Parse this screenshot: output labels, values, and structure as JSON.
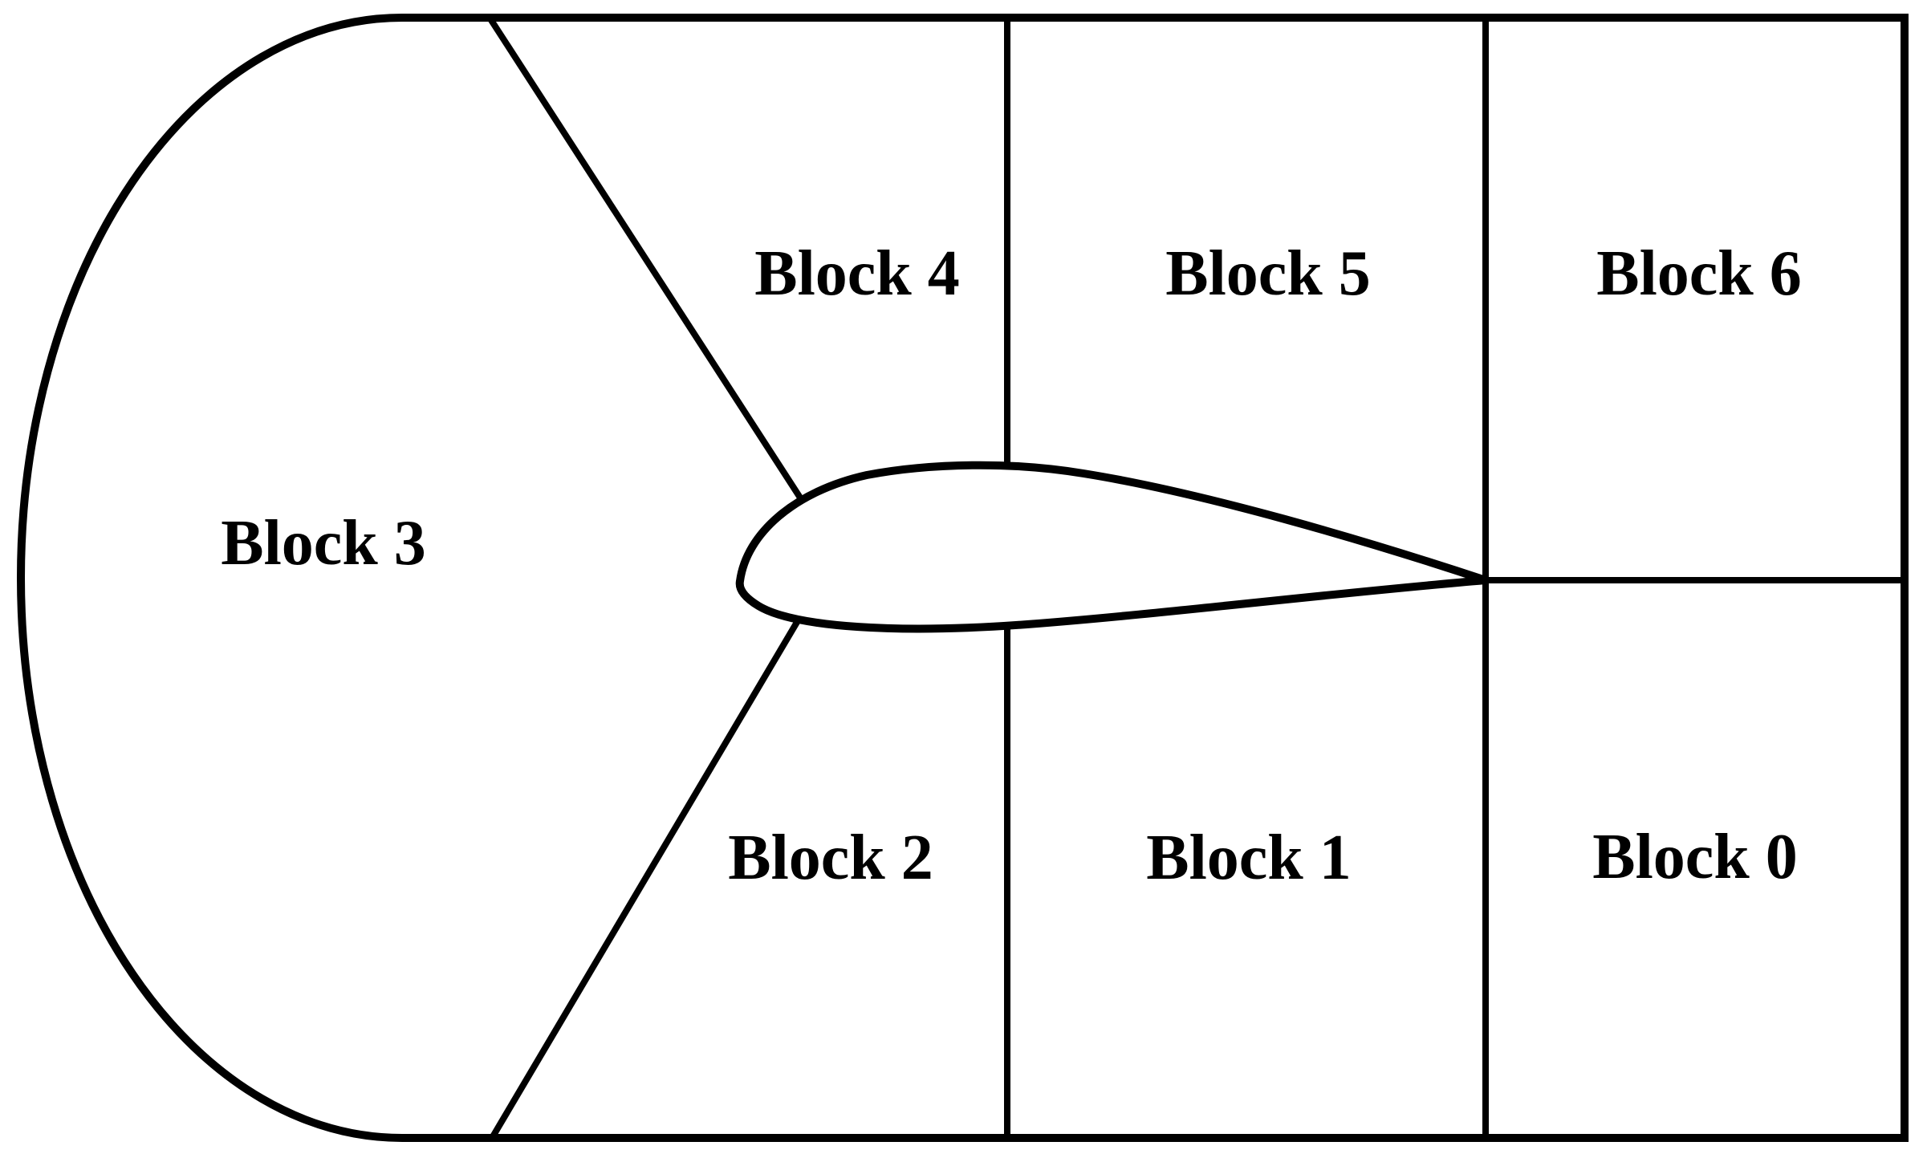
{
  "colors": {
    "background": "#ffffff",
    "line": "#000000",
    "text": "#000000"
  },
  "diagram": {
    "description_visible_text_only": "",
    "blocks": [
      {
        "label": "Block 0"
      },
      {
        "label": "Block 1"
      },
      {
        "label": "Block 2"
      },
      {
        "label": "Block 3"
      },
      {
        "label": "Block 4"
      },
      {
        "label": "Block 5"
      },
      {
        "label": "Block 6"
      }
    ]
  }
}
